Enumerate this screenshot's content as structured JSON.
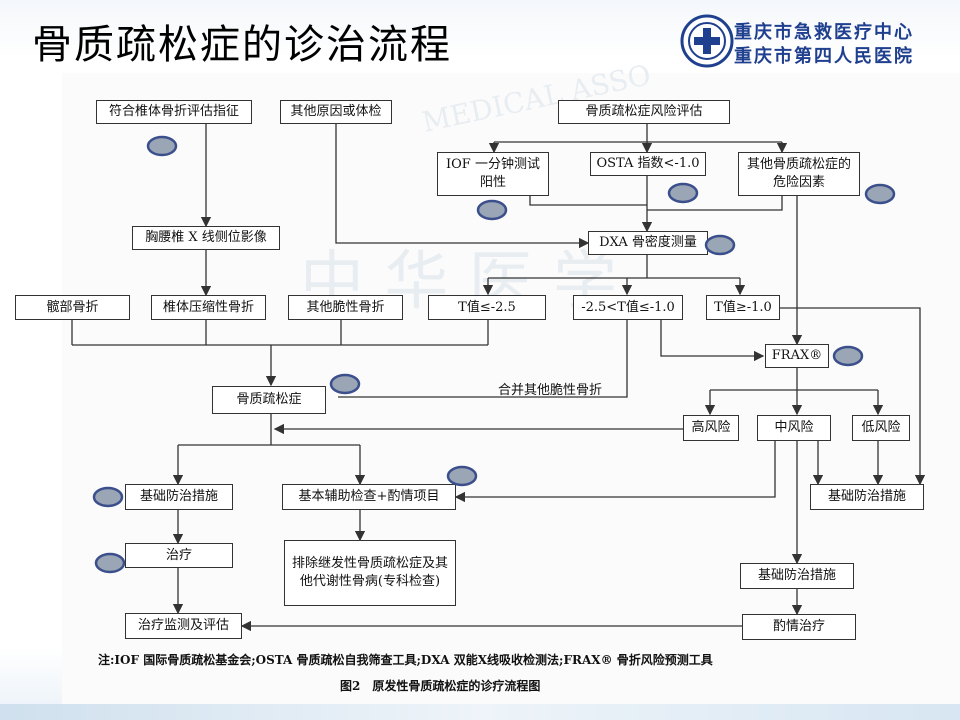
{
  "slide": {
    "title": "骨质疏松症的诊治流程",
    "org_line1": "重庆市急救医疗中心",
    "org_line2": "重庆市第四人民医院",
    "logo_icon": "hospital-emblem-icon"
  },
  "figure": {
    "watermark": "中 华 医 学",
    "watermark_en": "MEDICAL ASSO",
    "boxes": {
      "vertebral_criteria": "符合椎体骨折评估指征",
      "other_causes": "其他原因或体检",
      "risk_assessment": "骨质疏松症风险评估",
      "iof_test": "IOF 一分钟测试阳性",
      "osta_index": "OSTA 指数<-1.0",
      "other_risk_factors": "其他骨质疏松症的危险因素",
      "spine_xray": "胸腰椎 X 线侧位影像",
      "dxa": "DXA 骨密度测量",
      "hip_fracture": "髋部骨折",
      "vertebral_compression": "椎体压缩性骨折",
      "other_fragility": "其他脆性骨折",
      "t_le_2_5": "T值≤-2.5",
      "t_mid": "-2.5<T值≤-1.0",
      "t_ge_1": "T值≥-1.0",
      "frax": "FRAX®",
      "osteoporosis": "骨质疏松症",
      "high_risk": "高风险",
      "mid_risk": "中风险",
      "low_risk": "低风险",
      "basic_prevention_left": "基础防治措施",
      "aux_exam": "基本辅助检查+酌情项目",
      "basic_prevention_right": "基础防治措施",
      "treatment": "治疗",
      "exclude_secondary": "排除继发性骨质疏松症及其他代谢性骨病(专科检查)",
      "basic_prevention_bottom": "基础防治措施",
      "monitoring": "治疗监测及评估",
      "discretionary_treatment": "酌情治疗"
    },
    "edge_label_fragility": "合并其他脆性骨折",
    "note": "注:IOF 国际骨质疏松基金会;OSTA 骨质疏松自我筛查工具;DXA 双能X线吸收检测法;FRAX® 骨折风险预测工具",
    "caption": "图2　原发性骨质疏松症的诊疗流程图",
    "annotation_color": "#3b4f8c"
  }
}
